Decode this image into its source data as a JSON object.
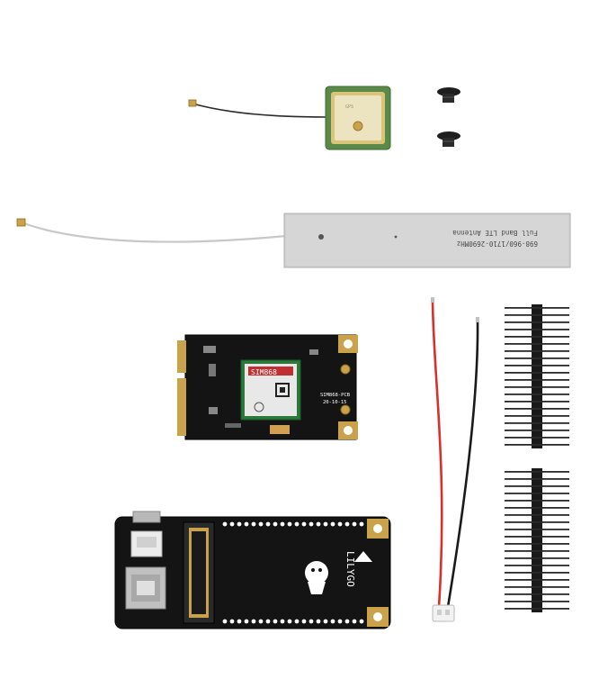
{
  "antenna": {
    "print_line1": "698-960/1710-2690MHz",
    "print_line2": "Full Band LTE Antenna"
  },
  "module": {
    "chip_label": "SIM868",
    "pcb_label": "SIM868-PCB",
    "date_label": "20-10-15"
  },
  "board": {
    "brand": "LILYGO"
  },
  "colors": {
    "pcb_black": "#141414",
    "gold_pad": "#c9a24a",
    "gps_patch": "#e8d9a8",
    "lte_antenna": "#c9c9c9",
    "wire_red": "#d8302a",
    "wire_black": "#1a1a1a",
    "header_pins": "#1a1a1a"
  }
}
